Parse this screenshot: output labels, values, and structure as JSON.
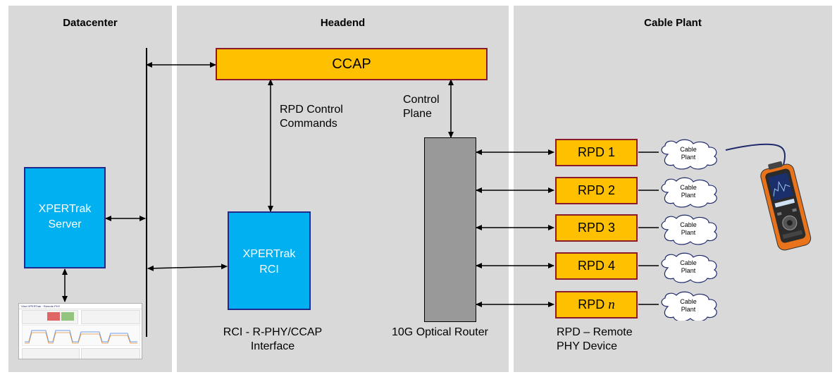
{
  "panels": {
    "datacenter": "Datacenter",
    "headend": "Headend",
    "cable_plant": "Cable Plant"
  },
  "ccap": "CCAP",
  "rpd_control_line1": "RPD Control",
  "rpd_control_line2": "Commands",
  "control_plane_line1": "Control",
  "control_plane_line2": "Plane",
  "xpertrak_server_line1": "XPERTrak",
  "xpertrak_server_line2": "Server",
  "xpertrak_rci_line1": "XPERTrak",
  "xpertrak_rci_line2": "RCI",
  "rci_caption_line1": "RCI - R-PHY/CCAP",
  "rci_caption_line2": "Interface",
  "router_caption": "10G Optical Router",
  "rpd_caption_line1": "RPD – Remote",
  "rpd_caption_line2": "PHY Device",
  "rpds": [
    {
      "label": "RPD 1"
    },
    {
      "label": "RPD 2"
    },
    {
      "label": "RPD 3"
    },
    {
      "label": "RPD 4"
    },
    {
      "label": "RPD",
      "italic_suffix": "n"
    }
  ],
  "cloud_label_line1": "Cable",
  "cloud_label_line2": "Plant",
  "dashboard_title": "Viavi XPERTrak · Remote PHY",
  "colors": {
    "panel": "#d9d9d9",
    "yellow_box": "#ffc000",
    "yellow_border": "#8b1a2b",
    "blue_box": "#00b0f0",
    "blue_border": "#1f2a8c",
    "router": "#999999"
  }
}
